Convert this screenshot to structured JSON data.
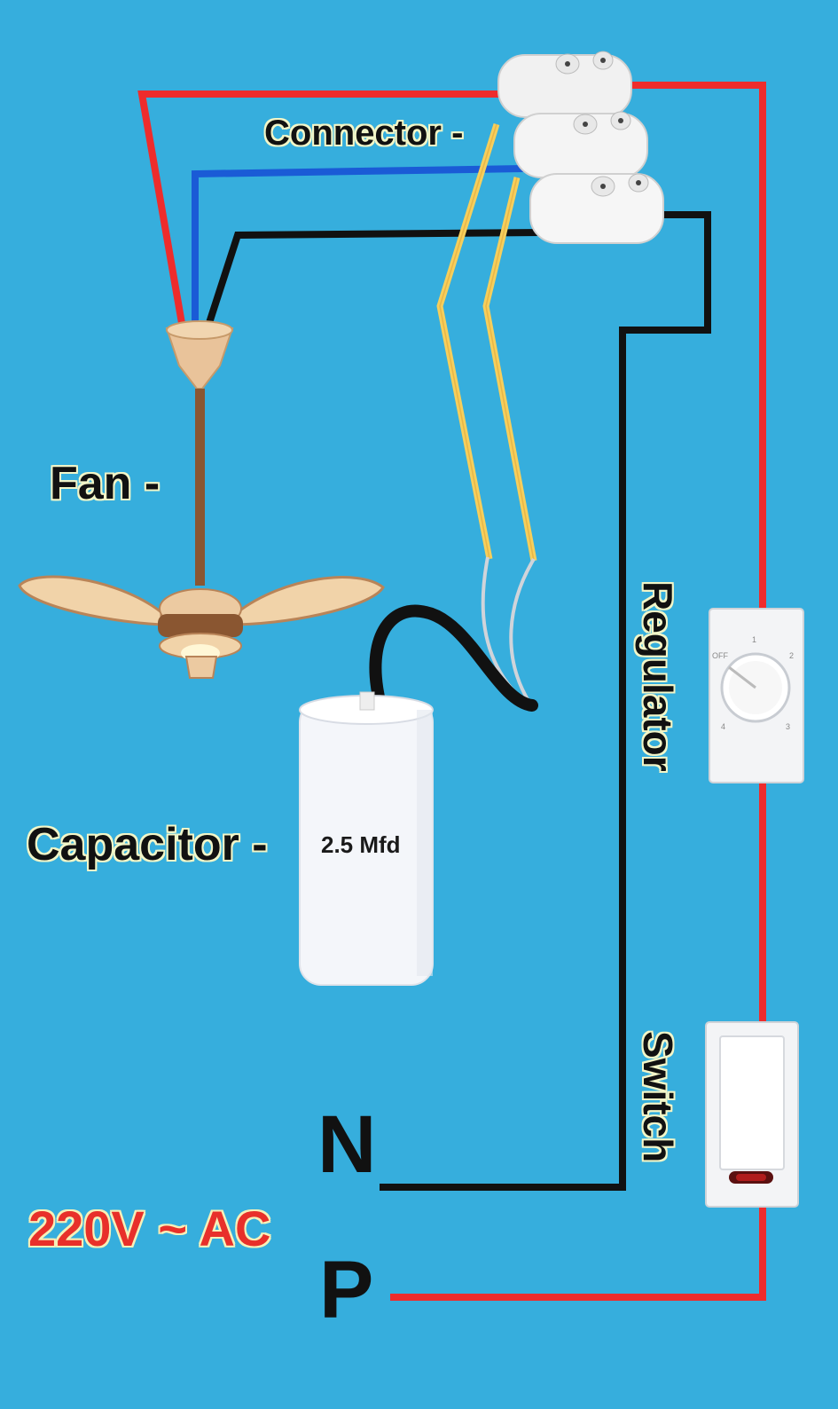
{
  "labels": {
    "connector": "Connector -",
    "fan": "Fan -",
    "capacitor": "Capacitor -",
    "regulator": "Regulator",
    "switch": "Switch",
    "neutral": "N",
    "phase": "P",
    "supply": "220V ~ AC"
  },
  "capacitor": {
    "rating": "2.5 Mfd"
  },
  "regulator_dial": {
    "off": "OFF",
    "pos1": "1",
    "pos2": "2",
    "pos3": "3",
    "pos4": "4"
  },
  "colors": {
    "background": "#36aedd",
    "phase_wire": "#ee2c2c",
    "neutral_wire": "#111111",
    "fan_lead_blue": "#1a5bd6",
    "capacitor_lead": "#f6cf5c",
    "supply_text": "#e8302a"
  },
  "icons": [
    "ceiling-fan-icon",
    "capacitor-icon",
    "terminal-connector-icon",
    "regulator-icon",
    "switch-icon"
  ]
}
